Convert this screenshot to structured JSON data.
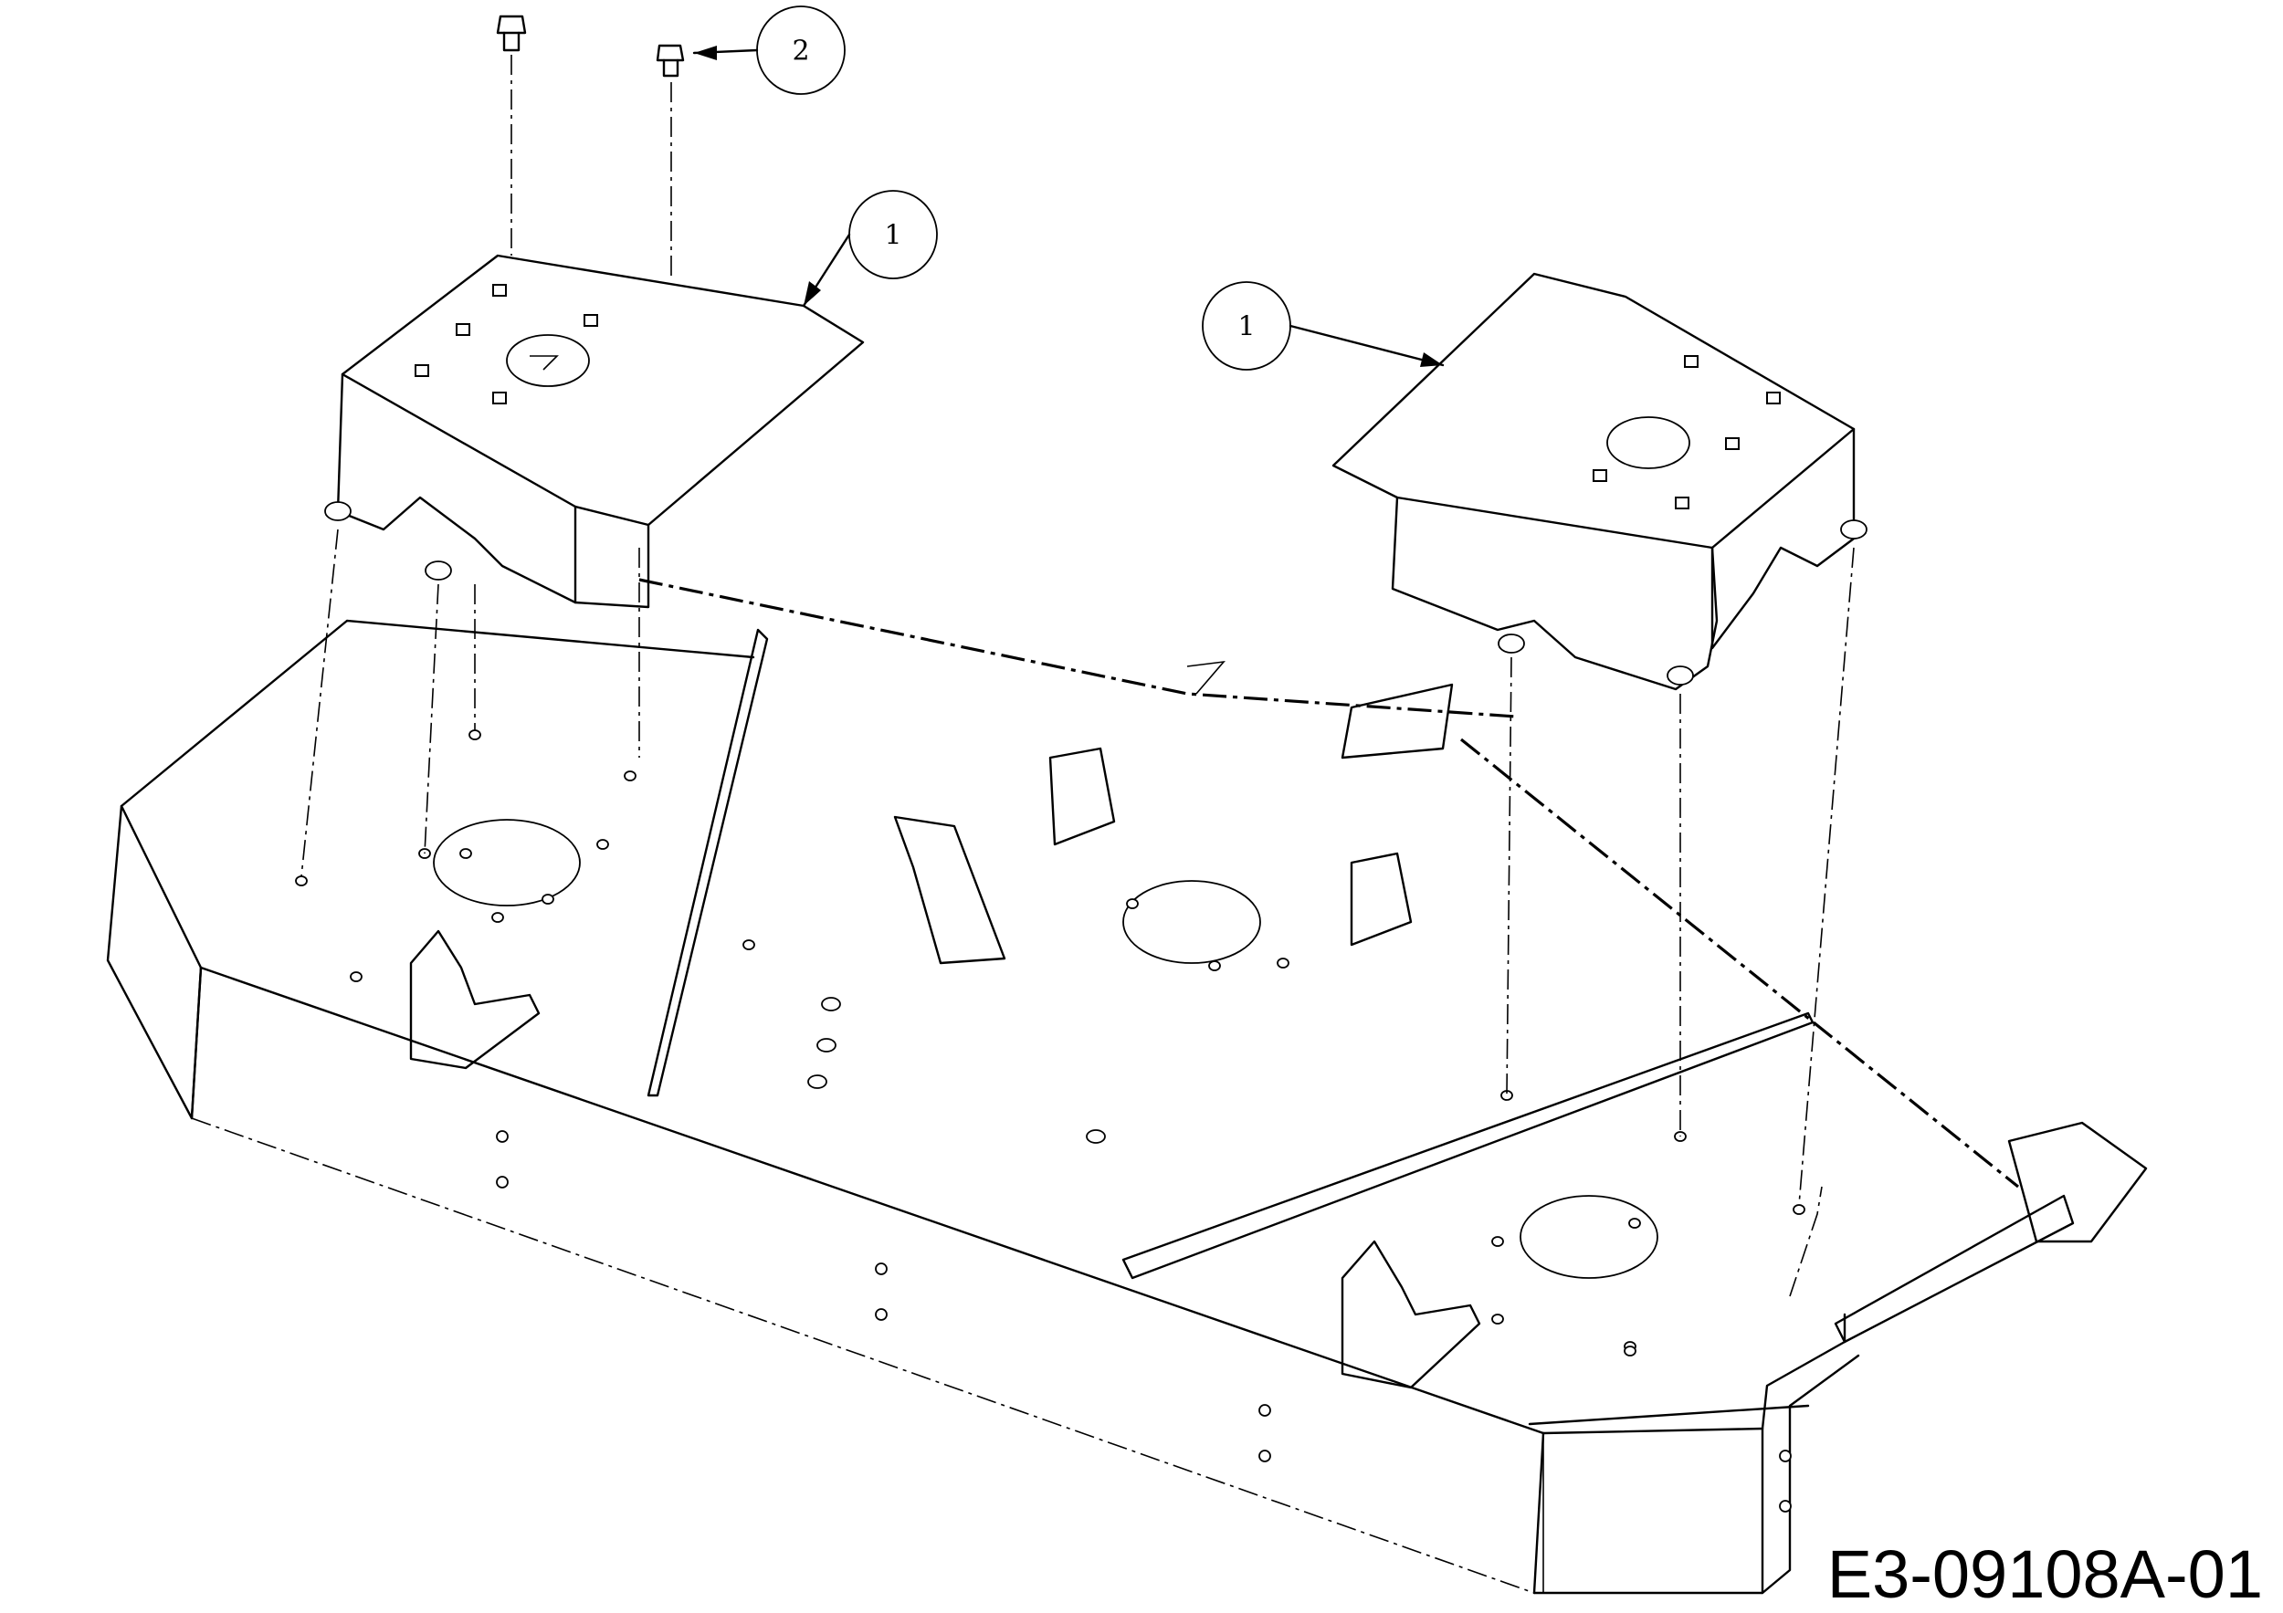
{
  "callouts": [
    {
      "id": "callout-1-left",
      "label": "1"
    },
    {
      "id": "callout-1-right",
      "label": "1"
    },
    {
      "id": "callout-2",
      "label": "2"
    }
  ],
  "drawing_code": "E3-09108A-01"
}
